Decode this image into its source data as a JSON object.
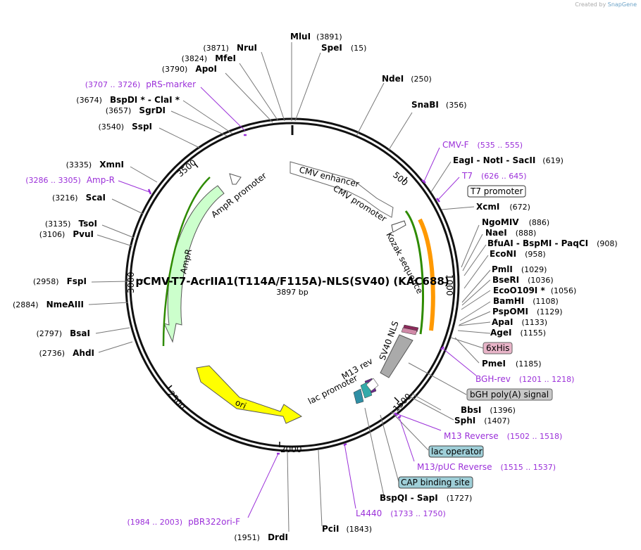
{
  "credit": {
    "prefix": "Created by",
    "brand": "SnapGene"
  },
  "plasmid": {
    "name": "pCMV-T7-AcrIIA1(T114A/F115A)-NLS(SV40) (KAC688)",
    "length": "3897 bp"
  },
  "ticks": [
    "500",
    "1000",
    "1500",
    "2000",
    "2500",
    "3000",
    "3500"
  ],
  "enzymes_left": [
    {
      "pos": "(3871)",
      "name": "NruI"
    },
    {
      "pos": "(3824)",
      "name": "MfeI"
    },
    {
      "pos": "(3790)",
      "name": "ApoI"
    },
    {
      "pos": "(3674)",
      "name": "BspDI * - ClaI *"
    },
    {
      "pos": "(3657)",
      "name": "SgrDI"
    },
    {
      "pos": "(3540)",
      "name": "SspI"
    },
    {
      "pos": "(3335)",
      "name": "XmnI"
    },
    {
      "pos": "(3216)",
      "name": "ScaI"
    },
    {
      "pos": "(3135)",
      "name": "TsoI"
    },
    {
      "pos": "(3106)",
      "name": "PvuI"
    },
    {
      "pos": "(2958)",
      "name": "FspI"
    },
    {
      "pos": "(2884)",
      "name": "NmeAIII"
    },
    {
      "pos": "(2797)",
      "name": "BsaI"
    },
    {
      "pos": "(2736)",
      "name": "AhdI"
    },
    {
      "pos": "(1951)",
      "name": "DrdI"
    }
  ],
  "enzymes_right": [
    {
      "name": "MluI",
      "pos": "(3891)"
    },
    {
      "name": "SpeI",
      "pos": "(15)"
    },
    {
      "name": "NdeI",
      "pos": "(250)"
    },
    {
      "name": "SnaBI",
      "pos": "(356)"
    },
    {
      "name": "EagI - NotI - SacII",
      "pos": "(619)"
    },
    {
      "name": "XcmI",
      "pos": "(672)"
    },
    {
      "name": "NgoMIV",
      "pos": "(886)"
    },
    {
      "name": "NaeI",
      "pos": "(888)"
    },
    {
      "name": "BfuAI - BspMI - PaqCI",
      "pos": "(908)"
    },
    {
      "name": "EcoNI",
      "pos": "(958)"
    },
    {
      "name": "PmlI",
      "pos": "(1029)"
    },
    {
      "name": "BseRI",
      "pos": "(1036)"
    },
    {
      "name": "EcoO109I *",
      "pos": "(1056)"
    },
    {
      "name": "BamHI",
      "pos": "(1108)"
    },
    {
      "name": "PspOMI",
      "pos": "(1129)"
    },
    {
      "name": "ApaI",
      "pos": "(1133)"
    },
    {
      "name": "AgeI",
      "pos": "(1155)"
    },
    {
      "name": "PmeI",
      "pos": "(1185)"
    },
    {
      "name": "BbsI",
      "pos": "(1396)"
    },
    {
      "name": "SphI",
      "pos": "(1407)"
    },
    {
      "name": "BspQI - SapI",
      "pos": "(1727)"
    },
    {
      "name": "PciI",
      "pos": "(1843)"
    }
  ],
  "primers": [
    {
      "name": "pRS-marker",
      "range": "(3707 .. 3726)"
    },
    {
      "name": "Amp-R",
      "range": "(3286 .. 3305)"
    },
    {
      "name": "CMV-F",
      "range": "(535 .. 555)"
    },
    {
      "name": "T7",
      "range": "(626 .. 645)"
    },
    {
      "name": "BGH-rev",
      "range": "(1201 .. 1218)"
    },
    {
      "name": "M13 Reverse",
      "range": "(1502 .. 1518)"
    },
    {
      "name": "M13/pUC Reverse",
      "range": "(1515 .. 1537)"
    },
    {
      "name": "L4440",
      "range": "(1733 .. 1750)"
    },
    {
      "name": "pBR322ori-F",
      "range": "(1984 .. 2003)"
    }
  ],
  "boxed_features": [
    {
      "name": "T7 promoter",
      "color": "#ffffff"
    },
    {
      "name": "6xHis",
      "color": "#e8b4c8"
    },
    {
      "name": "bGH poly(A) signal",
      "color": "#c8c8c8"
    },
    {
      "name": "lac operator",
      "color": "#9fcfd8"
    },
    {
      "name": "CAP binding site",
      "color": "#9fcfd8"
    }
  ],
  "map_features": [
    {
      "name": "CMV enhancer"
    },
    {
      "name": "CMV promoter"
    },
    {
      "name": "Kozak sequence"
    },
    {
      "name": "SV40 NLS"
    },
    {
      "name": "M13 rev"
    },
    {
      "name": "lac promoter"
    },
    {
      "name": "ori",
      "color": "#ffff00"
    },
    {
      "name": "AmpR",
      "color": "#ccffcc"
    },
    {
      "name": "AmpR promoter"
    }
  ]
}
